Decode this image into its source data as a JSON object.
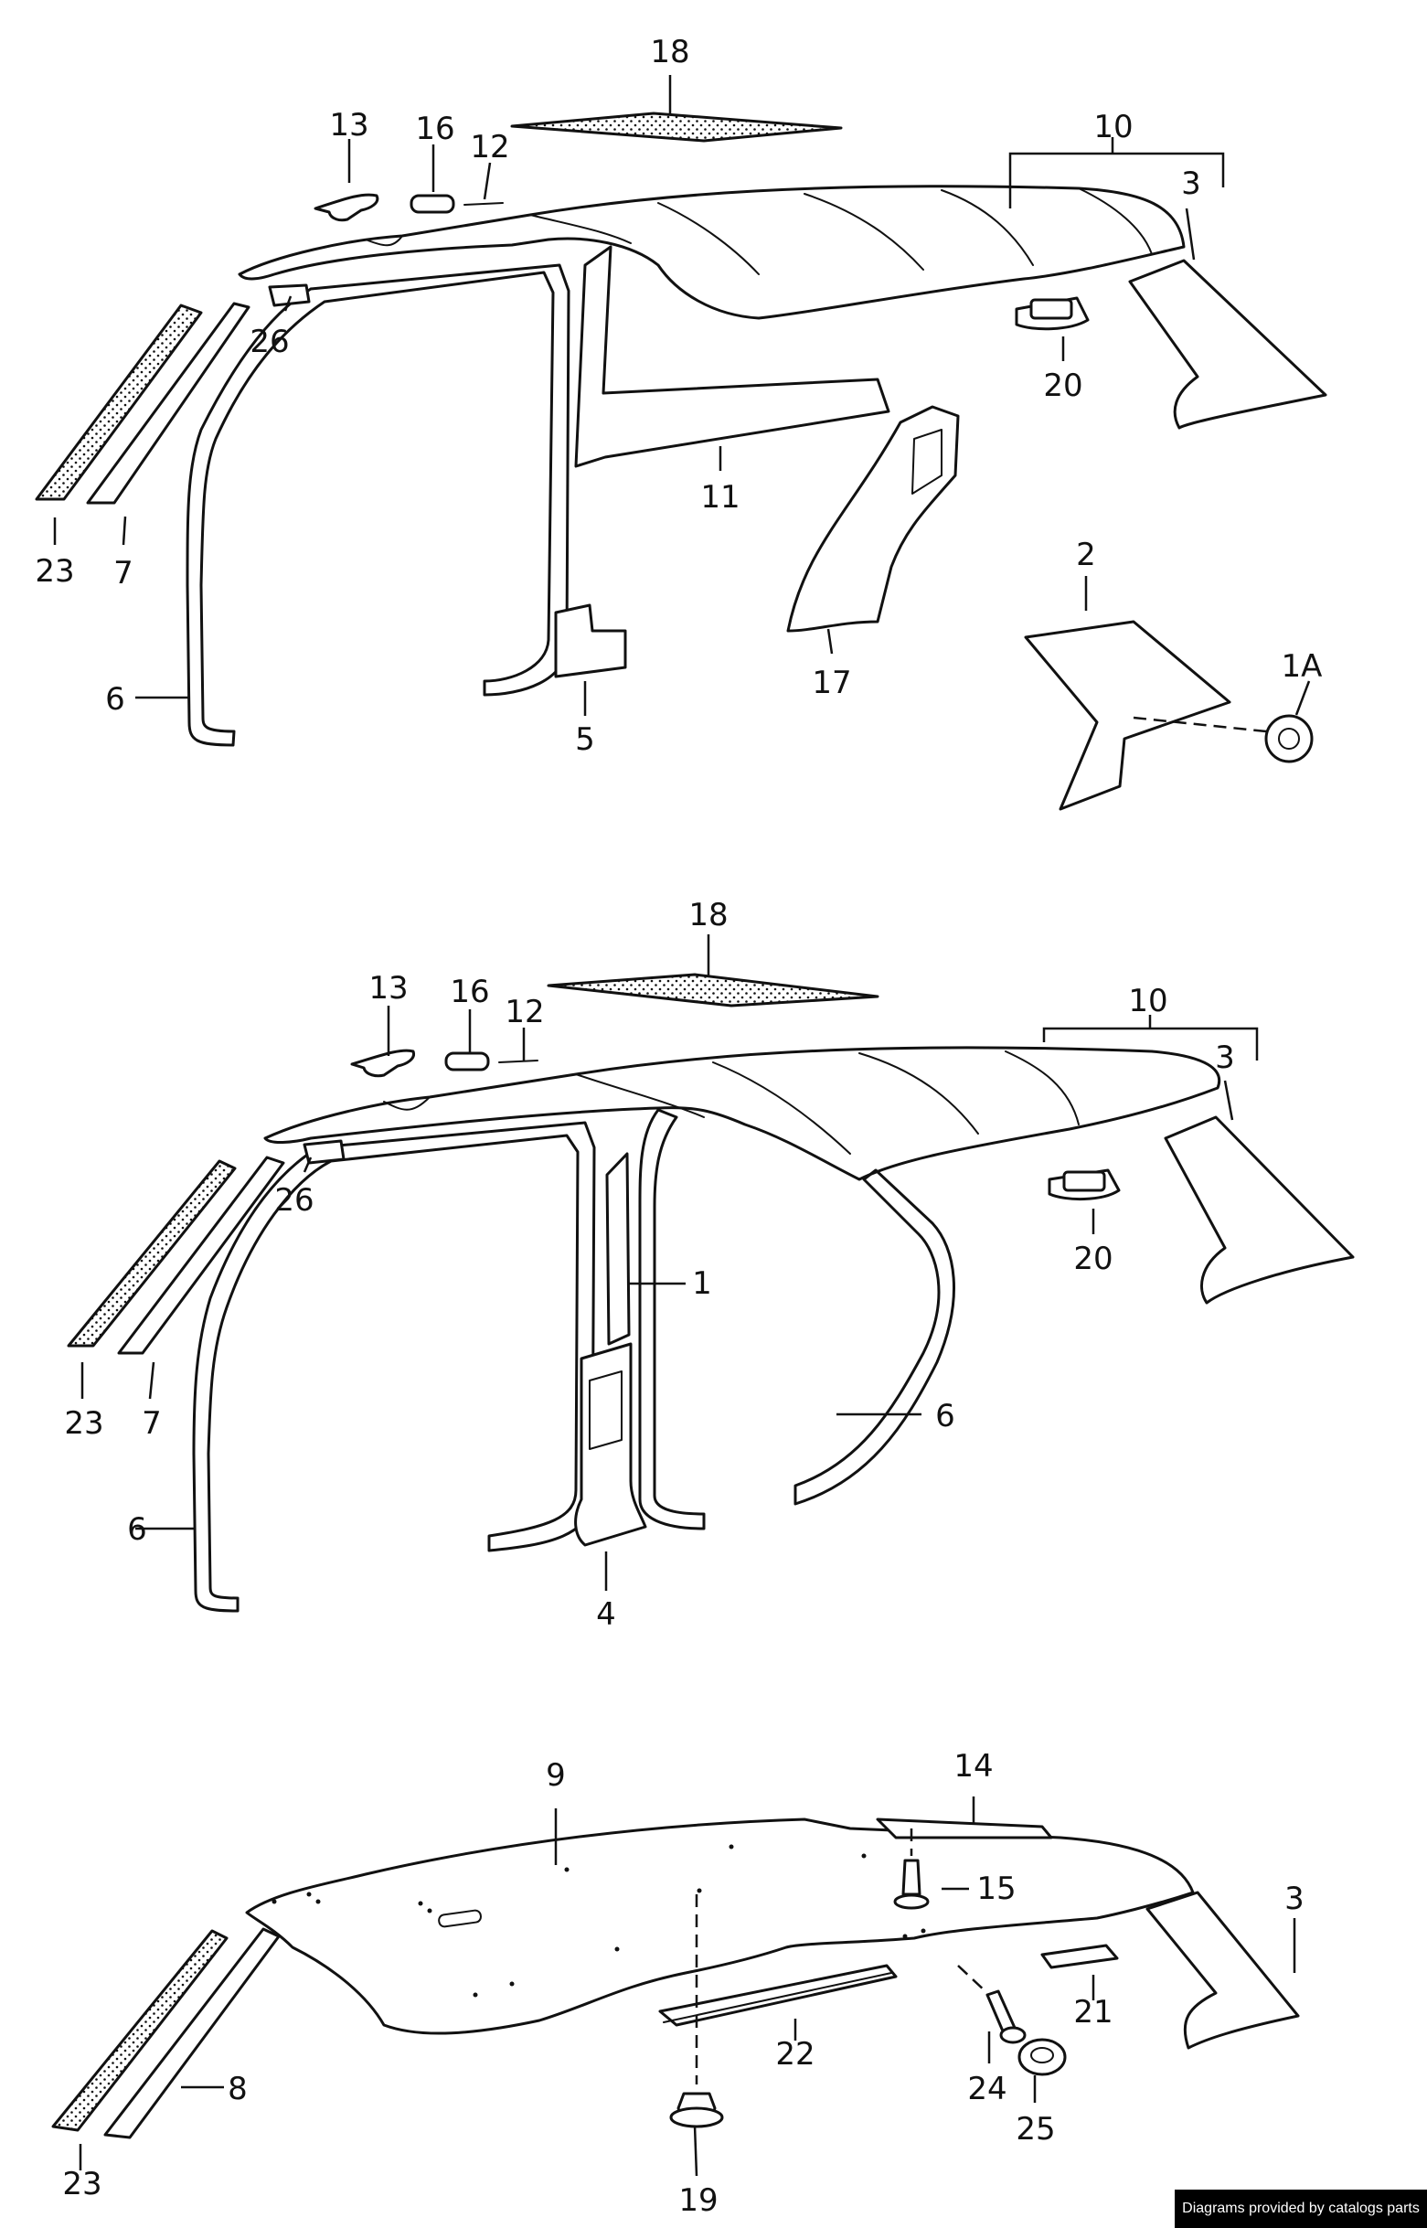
{
  "callouts": {
    "p1": "1",
    "p1a": "1A",
    "p2": "2",
    "p3": "3",
    "p4": "4",
    "p5": "5",
    "p6": "6",
    "p7": "7",
    "p8": "8",
    "p9": "9",
    "p10": "10",
    "p11": "11",
    "p12": "12",
    "p13": "13",
    "p14": "14",
    "p15": "15",
    "p16": "16",
    "p17": "17",
    "p18": "18",
    "p19": "19",
    "p20": "20",
    "p21": "21",
    "p22": "22",
    "p23": "23",
    "p24": "24",
    "p25": "25",
    "p26": "26"
  },
  "footer": {
    "credit": "Diagrams provided by catalogs parts"
  },
  "colors": {
    "line": "#111111",
    "background": "#ffffff",
    "credit_bg": "#000000",
    "credit_text": "#ffffff"
  }
}
